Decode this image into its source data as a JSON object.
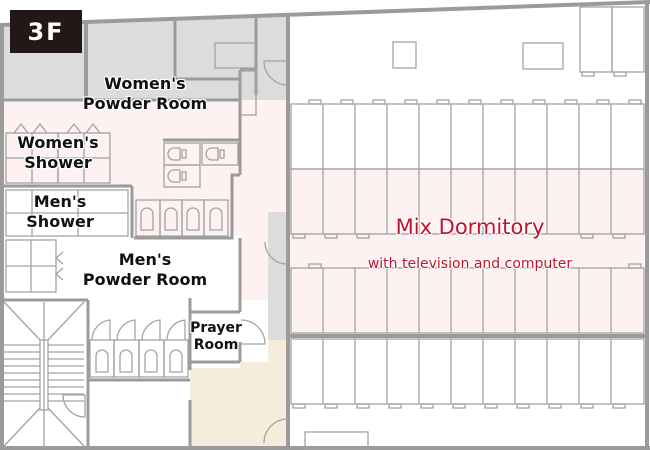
{
  "floor": {
    "label": "3F"
  },
  "colors": {
    "wall": "#9b9b9b",
    "fixture": "#a3a3a3",
    "pink_zone": "#fdf1f1",
    "gray_zone": "#dcdcdc",
    "beige_zone": "#f5ecdb",
    "accent_red": "#c0132d",
    "badge_bg": "#231815"
  },
  "rooms": {
    "womens_powder": {
      "line1": "Women's",
      "line2": "Powder Room"
    },
    "womens_shower": {
      "line1": "Women's",
      "line2": "Shower"
    },
    "mens_shower": {
      "line1": "Men's",
      "line2": "Shower"
    },
    "mens_powder": {
      "line1": "Men's",
      "line2": "Powder Room"
    },
    "prayer": {
      "line1": "Prayer",
      "line2": "Room"
    },
    "dormitory": {
      "title": "Mix Dormitory",
      "subtitle": "with television and computer"
    }
  },
  "dormitory": {
    "beds_per_row": 11,
    "bed_rows": 4
  }
}
